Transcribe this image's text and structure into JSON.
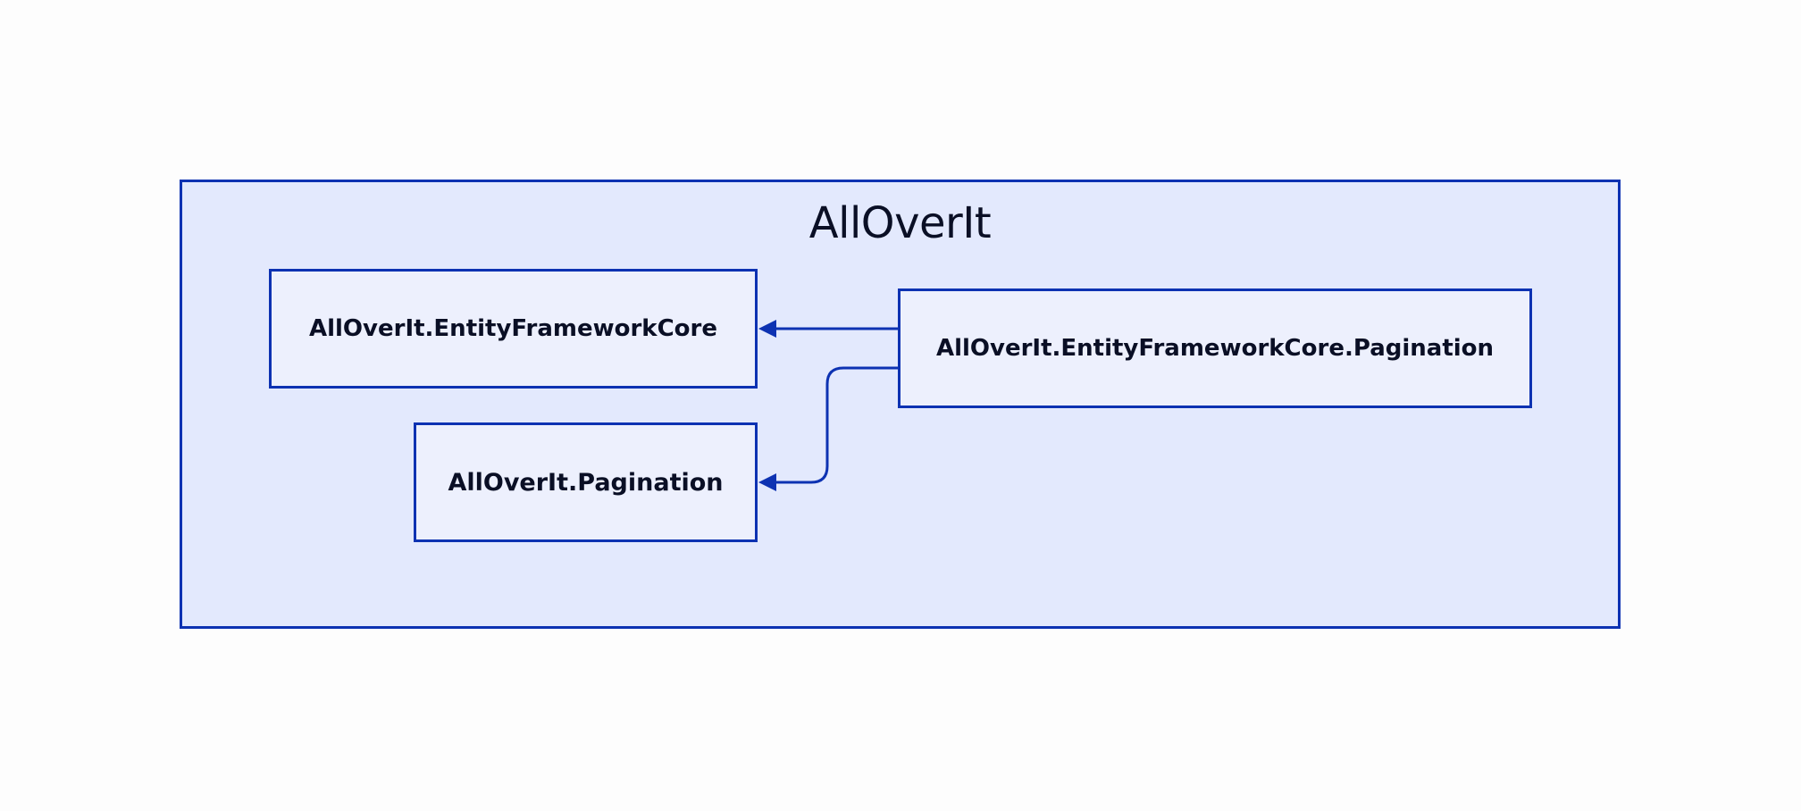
{
  "diagram": {
    "cluster": {
      "label": "AllOverIt"
    },
    "nodes": {
      "efcore": "AllOverIt.EntityFrameworkCore",
      "pagination": "AllOverIt.Pagination",
      "efcore_pagination": "AllOverIt.EntityFrameworkCore.Pagination"
    },
    "edges": [
      {
        "from": "efcore_pagination",
        "to": "efcore"
      },
      {
        "from": "efcore_pagination",
        "to": "pagination"
      }
    ],
    "colors": {
      "stroke": "#0d32b2",
      "cluster_fill": "#e3e9fd",
      "node_fill": "#edf0fd",
      "text": "#0a0f25"
    }
  }
}
